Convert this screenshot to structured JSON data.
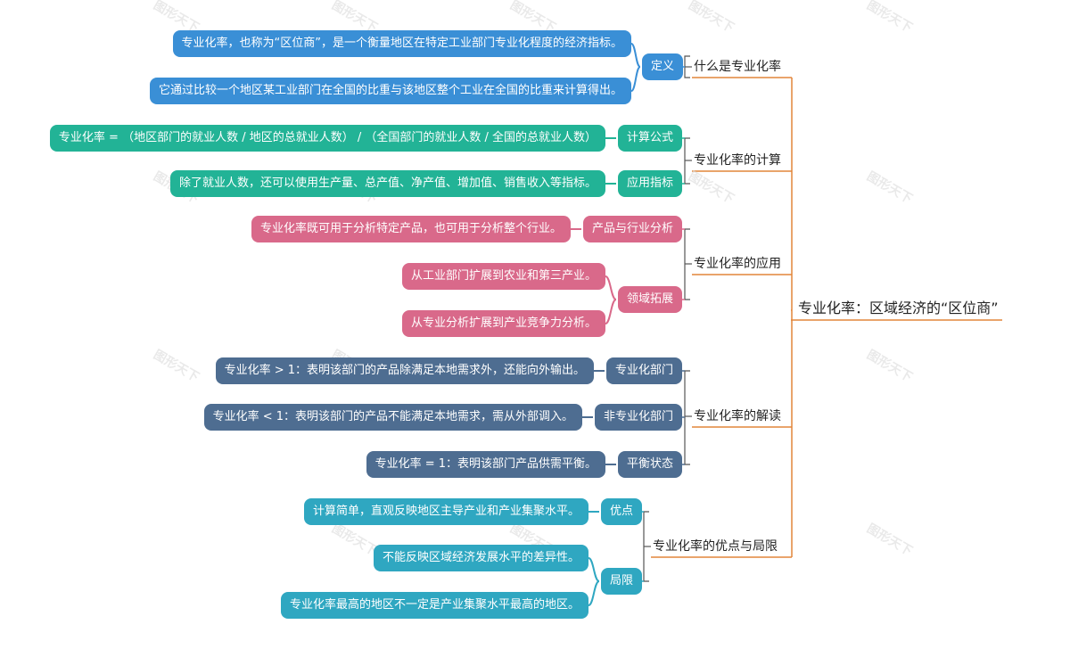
{
  "root": "专业化率：区域经济的“区位商”",
  "watermark": "图形天下",
  "branches": [
    {
      "label": "什么是专业化率",
      "color": "#3a8fd6",
      "subs": [
        {
          "label": "定义",
          "leaves": [
            "专业化率，也称为“区位商”，是一个衡量地区在特定工业部门专业化程度的经济指标。",
            "它通过比较一个地区某工业部门在全国的比重与该地区整个工业在全国的比重来计算得出。"
          ]
        }
      ]
    },
    {
      "label": "专业化率的计算",
      "color": "#22b396",
      "subs": [
        {
          "label": "计算公式",
          "leaves": [
            "专业化率 = （地区部门的就业人数 / 地区的总就业人数） / （全国部门的就业人数 / 全国的总就业人数）"
          ]
        },
        {
          "label": "应用指标",
          "leaves": [
            "除了就业人数，还可以使用生产量、总产值、净产值、增加值、销售收入等指标。"
          ]
        }
      ]
    },
    {
      "label": "专业化率的应用",
      "color": "#d9698a",
      "subs": [
        {
          "label": "产品与行业分析",
          "leaves": [
            "专业化率既可用于分析特定产品，也可用于分析整个行业。"
          ]
        },
        {
          "label": "领域拓展",
          "leaves": [
            "从工业部门扩展到农业和第三产业。",
            "从专业分析扩展到产业竞争力分析。"
          ]
        }
      ]
    },
    {
      "label": "专业化率的解读",
      "color": "#4e6d91",
      "subs": [
        {
          "label": "专业化部门",
          "leaves": [
            "专业化率 > 1：表明该部门的产品除满足本地需求外，还能向外输出。"
          ]
        },
        {
          "label": "非专业化部门",
          "leaves": [
            "专业化率 < 1：表明该部门的产品不能满足本地需求，需从外部调入。"
          ]
        },
        {
          "label": "平衡状态",
          "leaves": [
            "专业化率 = 1：表明该部门产品供需平衡。"
          ]
        }
      ]
    },
    {
      "label": "专业化率的优点与局限",
      "color": "#2fa7c1",
      "subs": [
        {
          "label": "优点",
          "leaves": [
            "计算简单，直观反映地区主导产业和产业集聚水平。"
          ]
        },
        {
          "label": "局限",
          "leaves": [
            "不能反映区域经济发展水平的差异性。",
            "专业化率最高的地区不一定是产业集聚水平最高的地区。"
          ]
        }
      ]
    }
  ]
}
